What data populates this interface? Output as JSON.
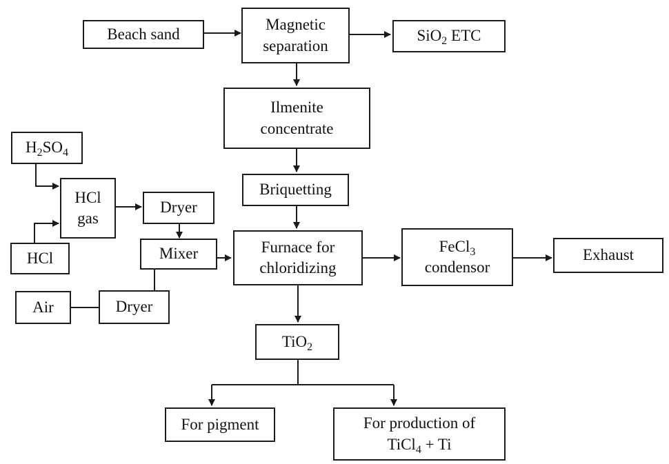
{
  "nodes": {
    "beach_sand": "Beach sand",
    "magnetic_separation": "Magnetic\nseparation",
    "sio2": {
      "pre": "SiO",
      "sub": "2",
      "post": " ETC"
    },
    "ilmenite": "Ilmenite\nconcentrate",
    "h2so4": {
      "a": "H",
      "sub1": "2",
      "b": "SO",
      "sub2": "4"
    },
    "hcl_gas": "HCl\ngas",
    "hcl": "HCl",
    "dryer_top": "Dryer",
    "briquetting": "Briquetting",
    "mixer": "Mixer",
    "furnace": "Furnace for\nchloridizing",
    "fecl3": {
      "pre": "FeCl",
      "sub": "3",
      "post": "condensor"
    },
    "exhaust": "Exhaust",
    "air": "Air",
    "dryer_bottom": "Dryer",
    "tio2": {
      "pre": "TiO",
      "sub": "2"
    },
    "pigment": "For pigment",
    "production": {
      "line1": "For production of",
      "pre": "TiCl",
      "sub": "4",
      "post": " + Ti"
    }
  }
}
